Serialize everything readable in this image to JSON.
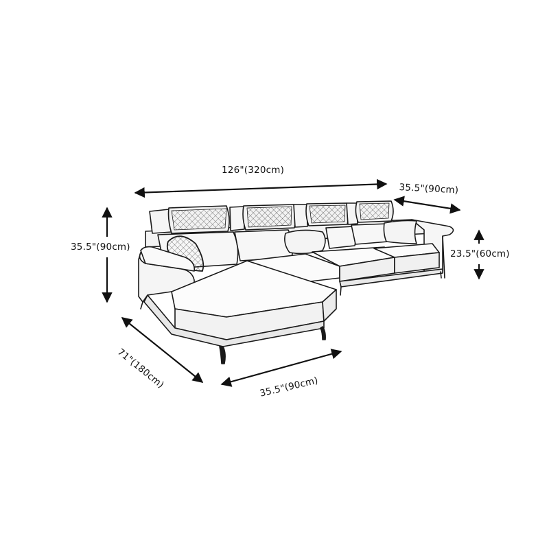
{
  "diagram": {
    "subject": "L-shaped sectional sofa with chaise (line drawing)",
    "colors": {
      "line": "#1a1a1a",
      "background": "#ffffff",
      "fill": "#fafafa",
      "shade": "#e9e9e9"
    },
    "dimensions": {
      "total_width": "126\"(320cm)",
      "seat_depth": "35.5\"(90cm)",
      "overall_height": "35.5\"(90cm)",
      "arm_height": "23.5\"(60cm)",
      "chaise_length": "71\"(180cm)",
      "chaise_width": "35.5\"(90cm)"
    }
  }
}
